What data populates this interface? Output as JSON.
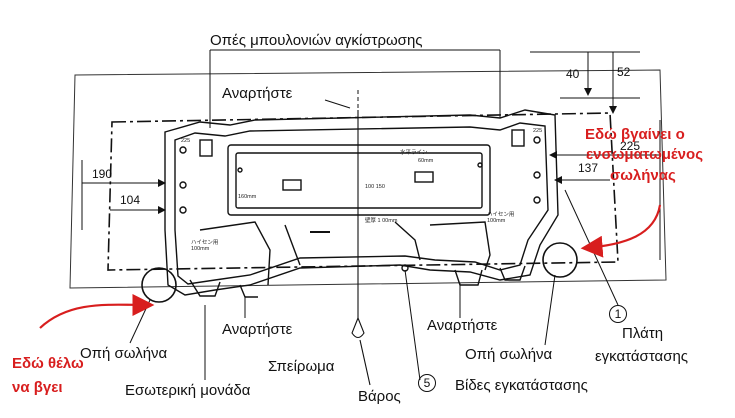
{
  "labels": {
    "hook_bolt_holes": "Οπές μπουλονιών αγκίστρωσης",
    "hang_top": "Αναρτήστε",
    "hang_bottom_left": "Αναρτήστε",
    "hang_bottom_right": "Αναρτήστε",
    "pipe_hole_left": "Οπή σωλήνα",
    "pipe_hole_right": "Οπή σωλήνα",
    "indoor_unit": "Εσωτερική μονάδα",
    "string": "Σπείρωμα",
    "weight": "Βάρος",
    "plate_line1": "Πλάτη",
    "plate_line2": "εγκατάστασης",
    "screws": "Βίδες εγκατάστασης",
    "marker_1": "1",
    "marker_5": "5"
  },
  "dimensions": {
    "d40": "40",
    "d52": "52",
    "d190": "190",
    "d104": "104",
    "d225": "225",
    "d137": "137"
  },
  "annotations": {
    "right_line1": "Εδώ βγαίνει ο",
    "right_line2": "ενσωματωμένος",
    "right_line3": "σωλήνας",
    "left_line1": "Εδώ θέλω",
    "left_line2": "να βγει"
  },
  "plate_text": {
    "left_top": "225",
    "left_mid": "225",
    "center_top": "水平ライン",
    "center_top2": "60mm",
    "center_nums": "100  150",
    "center_small": "160mm",
    "center_bottom": "壁厚 1 00mm",
    "left_block": "ハイセン用\n100mm",
    "right_block": "ハイセン用\n100mm"
  },
  "colors": {
    "annotation_red": "#d81e1e",
    "line": "#111111"
  }
}
